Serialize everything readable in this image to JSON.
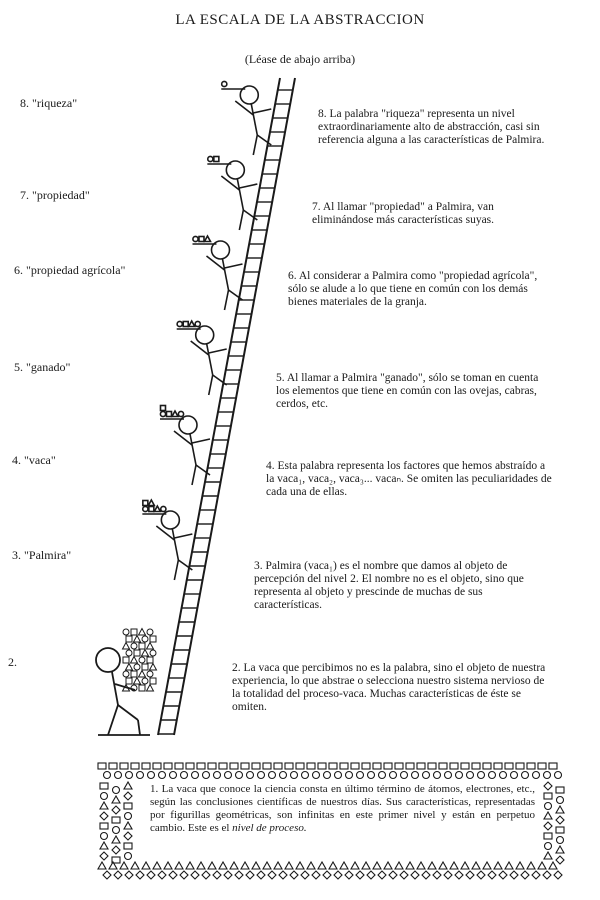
{
  "title": "LA ESCALA DE LA ABSTRACCION",
  "subtitle": "(Léase de abajo arriba)",
  "levels": [
    {
      "label": "8.  \"riqueza\"",
      "desc": "8. La palabra \"riqueza\" representa un nivel extraordinariamente alto de abstracción, casi sin referencia alguna a las características de Palmira."
    },
    {
      "label": "7.  \"propiedad\"",
      "desc": "7. Al llamar \"propiedad\" a Palmira, van eliminándose más características suyas."
    },
    {
      "label": "6.  \"propiedad agrícola\"",
      "desc": "6. Al considerar a Palmira como \"propiedad agrícola\", sólo se alude a lo que tiene en común con los demás bienes materiales de la granja."
    },
    {
      "label": "5.  \"ganado\"",
      "desc": "5. Al llamar a Palmira \"ganado\", sólo se toman en cuenta los elementos que tiene en común con las ovejas, cabras, cerdos, etc."
    },
    {
      "label": "4.  \"vaca\"",
      "desc": "4. Esta palabra representa los factores que hemos abstraído a la vaca₁, vaca₂, vaca₃... vacaₙ. Se omiten las peculiaridades de cada una de ellas."
    },
    {
      "label": "3.  \"Palmira\"",
      "desc": "3. Palmira (vaca₁) es el nombre que damos al objeto de percepción del nivel 2. El nombre no es el objeto, sino que representa al objeto y prescinde de muchas de sus características."
    },
    {
      "label": "2.",
      "desc": "2. La vaca que percibimos no es la palabra, sino el objeto de nuestra experiencia, lo que abstrae o selecciona nuestro sistema nervioso de la totalidad del proceso-vaca. Muchas características de éste se omiten."
    }
  ],
  "level1": {
    "text": "1. La vaca que conoce la ciencia consta en último término de átomos, electrones, etc., según las conclusiones científicas de nuestros días. Sus características, representadas por figurillas geométricas, son infinitas en este primer nivel y están en perpetuo cambio. Este es el",
    "emphasis": "nivel de proceso."
  }
}
